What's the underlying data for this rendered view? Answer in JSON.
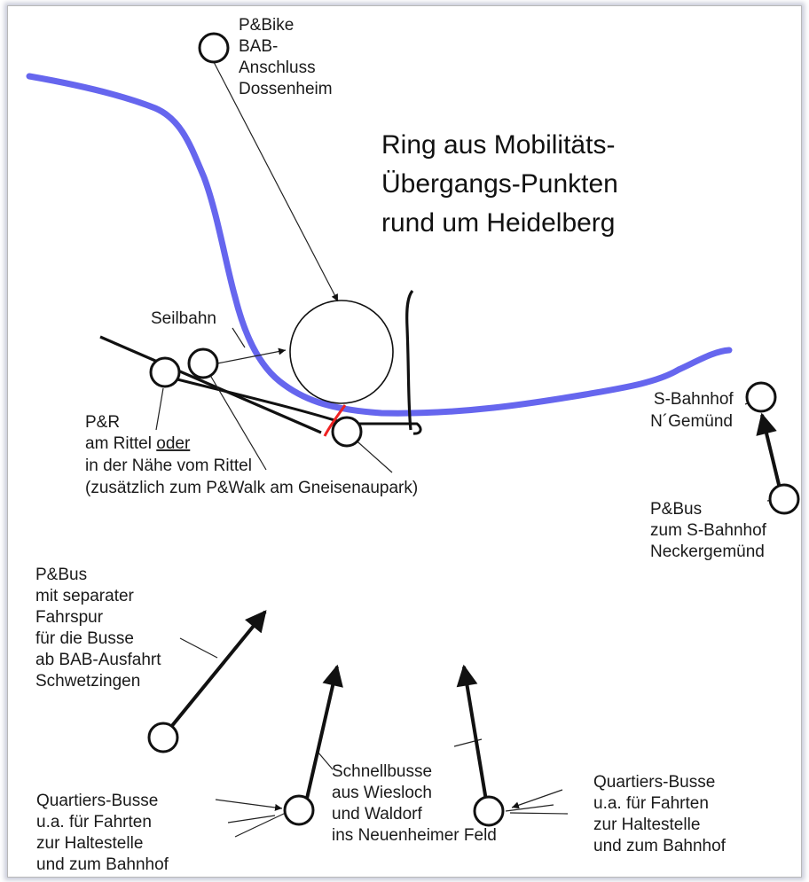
{
  "title": [
    "Ring aus Mobilitäts-",
    "Übergangs-Punkten",
    "rund um Heidelberg"
  ],
  "labels": {
    "pbike": [
      "P&Bike",
      "BAB-",
      "Anschluss",
      "Dossenheim"
    ],
    "seilbahn": [
      "Seilbahn"
    ],
    "pr": [
      "P&R",
      "am Rittel ",
      "in der Nähe vom Rittel",
      "(zusätzlich zum P&Walk am Gneisenaupark)"
    ],
    "pr_underline": "oder",
    "sbahn": [
      "S-Bahnhof",
      "N´Gemünd"
    ],
    "pbus_right": [
      "P&Bus",
      "zum S-Bahnhof",
      "Neckergemünd"
    ],
    "pbus_left": [
      "P&Bus",
      "mit separater",
      "Fahrspur",
      "für die Busse",
      "ab BAB-Ausfahrt",
      "Schwetzingen"
    ],
    "quartiers_left": [
      "Quartiers-Busse",
      "u.a. für Fahrten",
      "zur Haltestelle",
      "und zum Bahnhof"
    ],
    "schnellbusse": [
      "Schnellbusse",
      "aus Wiesloch",
      "und Waldorf",
      "ins Neuenheimer Feld"
    ],
    "quartiers_right": [
      "Quartiers-Busse",
      "u.a. für Fahrten",
      "zur Haltestelle",
      "und zum Bahnhof"
    ]
  },
  "colors": {
    "river": "#6666ee",
    "accent": "#ee2222",
    "line": "#111111"
  }
}
